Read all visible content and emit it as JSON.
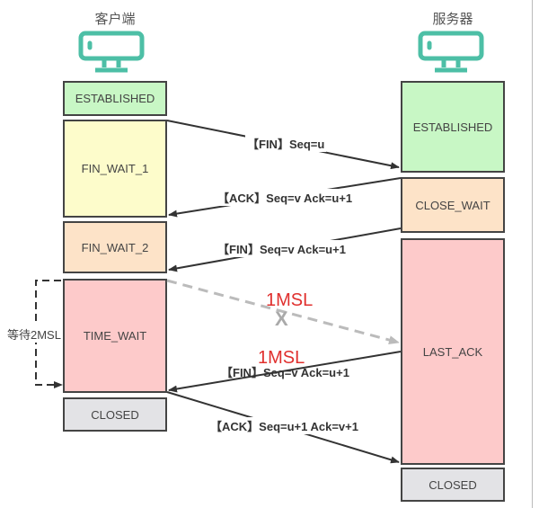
{
  "client": {
    "title": "客户端",
    "states": [
      "ESTABLISHED",
      "FIN_WAIT_1",
      "FIN_WAIT_2",
      "TIME_WAIT",
      "CLOSED"
    ],
    "wait_label": "等待2MSL"
  },
  "server": {
    "title": "服务器",
    "states": [
      "ESTABLISHED",
      "CLOSE_WAIT",
      "LAST_ACK",
      "CLOSED"
    ]
  },
  "messages": [
    {
      "label": "【FIN】Seq=u",
      "direction": "client-to-server"
    },
    {
      "label": "【ACK】Seq=v Ack=u+1",
      "direction": "server-to-client"
    },
    {
      "label": "【FIN】Seq=v Ack=u+1",
      "direction": "server-to-client"
    },
    {
      "label": "【FIN】Seq=v Ack=u+1",
      "direction": "server-to-client",
      "note": "retransmitted"
    },
    {
      "label": "【ACK】Seq=u+1 Ack=v+1",
      "direction": "client-to-server"
    }
  ],
  "lost_packet": {
    "mark": "X",
    "msl_label": "1MSL"
  },
  "retransmit": {
    "msl_label": "1MSL"
  },
  "colors": {
    "icon": "#4dbfa6",
    "established": "#c8f7c5",
    "fin_wait_1": "#fdfccb",
    "fin_wait_2": "#fde3c8",
    "time_wait": "#fdcaca",
    "closed": "#e3e3e6",
    "msl": "#e0302e"
  }
}
